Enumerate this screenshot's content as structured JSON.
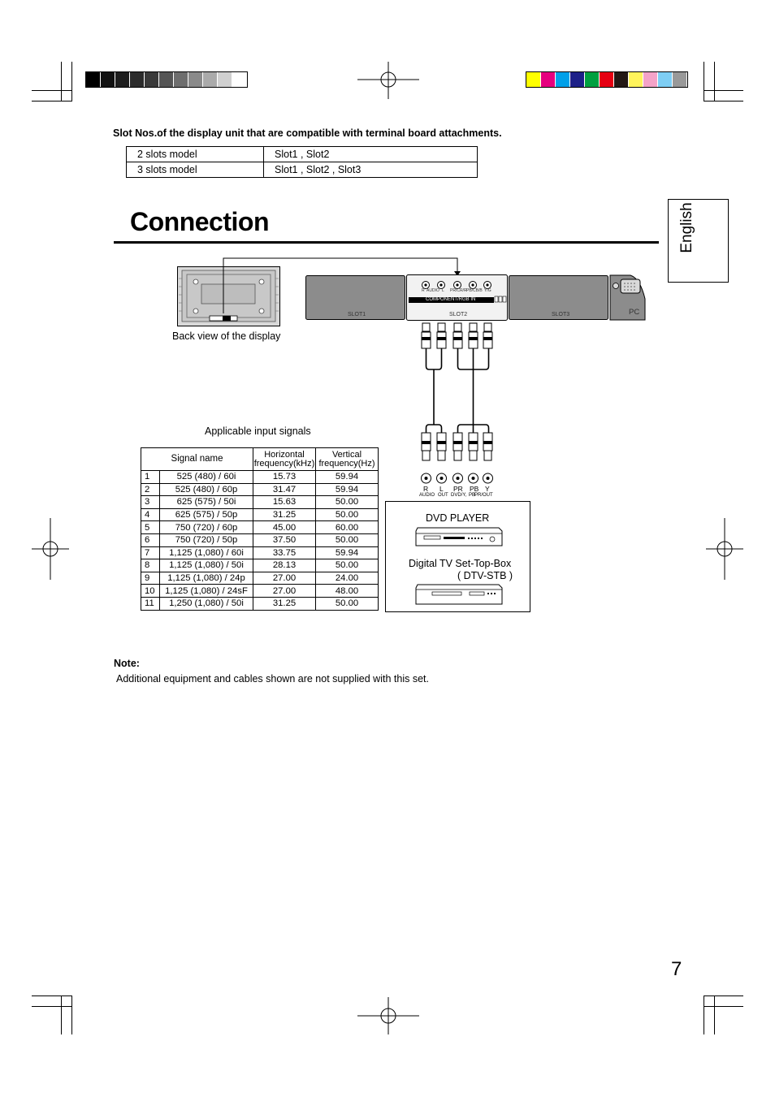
{
  "slots_caption": "Slot Nos.of the display unit that are compatible with terminal board attachments.",
  "slots_table": [
    {
      "model": "2 slots model",
      "slots": "Slot1 , Slot2"
    },
    {
      "model": "3 slots model",
      "slots": "Slot1 , Slot2 , Slot3"
    }
  ],
  "heading": "Connection",
  "language_tab": "English",
  "diagram": {
    "back_view_label": "Back view of the display",
    "slot_labels": [
      "SLOT1",
      "SLOT2",
      "SLOT3"
    ],
    "pc_label": "PC",
    "board_strip": "COMPONENT/RGB IN",
    "board_ports": [
      "R",
      "AUDIO",
      "L",
      "PR/CR/R",
      "PB/CB/B",
      "Y/G"
    ],
    "cable_labels": [
      "R",
      "L",
      "PR",
      "PB",
      "Y"
    ],
    "cable_sublabels": [
      "AUDIO",
      "OUT",
      "DVD/Y,",
      "PB",
      "PR/OUT"
    ],
    "dvd_label": "DVD PLAYER",
    "stb_label_1": "Digital TV Set-Top-Box",
    "stb_label_2": "( DTV-STB )"
  },
  "signals_caption": "Applicable input signals",
  "signals_headers": {
    "name": "Signal name",
    "h_freq_1": "Horizontal",
    "h_freq_2": "frequency(kHz)",
    "v_freq_1": "Vertical",
    "v_freq_2": "frequency(Hz)"
  },
  "signals": [
    {
      "no": "1",
      "name": "525 (480) / 60i",
      "h": "15.73",
      "v": "59.94"
    },
    {
      "no": "2",
      "name": "525 (480) / 60p",
      "h": "31.47",
      "v": "59.94"
    },
    {
      "no": "3",
      "name": "625 (575) / 50i",
      "h": "15.63",
      "v": "50.00"
    },
    {
      "no": "4",
      "name": "625 (575) / 50p",
      "h": "31.25",
      "v": "50.00"
    },
    {
      "no": "5",
      "name": "750 (720) / 60p",
      "h": "45.00",
      "v": "60.00"
    },
    {
      "no": "6",
      "name": "750 (720) / 50p",
      "h": "37.50",
      "v": "50.00"
    },
    {
      "no": "7",
      "name": "1,125 (1,080) / 60i",
      "h": "33.75",
      "v": "59.94"
    },
    {
      "no": "8",
      "name": "1,125 (1,080) / 50i",
      "h": "28.13",
      "v": "50.00"
    },
    {
      "no": "9",
      "name": "1,125 (1,080) / 24p",
      "h": "27.00",
      "v": "24.00"
    },
    {
      "no": "10",
      "name": "1,125 (1,080) / 24sF",
      "h": "27.00",
      "v": "48.00"
    },
    {
      "no": "11",
      "name": "1,250 (1,080) / 50i",
      "h": "31.25",
      "v": "50.00"
    }
  ],
  "note_title": "Note:",
  "note_text": "Additional equipment and cables shown are not supplied with this set.",
  "page_number": "7",
  "colors": {
    "gray_bar": [
      "#000000",
      "#111111",
      "#1e1e1e",
      "#2c2c2c",
      "#3a3a3a",
      "#555555",
      "#6e6e6e",
      "#8a8a8a",
      "#aaaaaa",
      "#d0d0d0",
      "#ffffff"
    ],
    "color_bar": [
      "#ffff00",
      "#e6007e",
      "#00a0e9",
      "#1d2088",
      "#00a040",
      "#e60012",
      "#231815",
      "#fff45c",
      "#f4a3c8",
      "#7ecef4",
      "#999999"
    ]
  }
}
